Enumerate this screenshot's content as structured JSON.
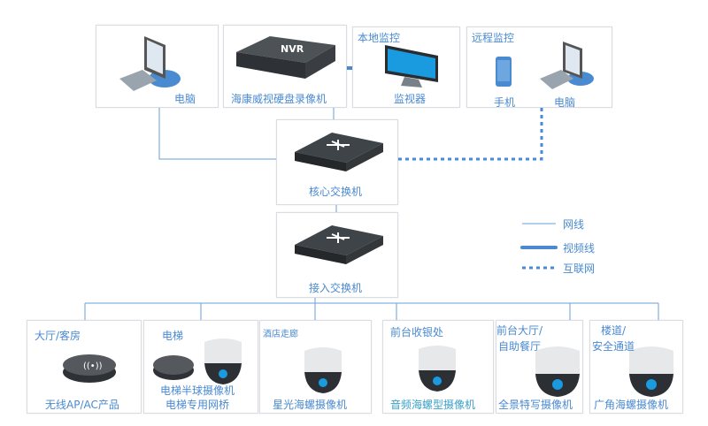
{
  "top": {
    "pc_label": "电脑",
    "nvr_label": "海康威视硬盘录像机",
    "nvr_badge": "NVR",
    "local_title": "本地监控",
    "monitor_label": "监视器",
    "remote_title": "远程监控",
    "phone_label": "手机",
    "remote_pc_label": "电脑"
  },
  "core_switch": "核心交换机",
  "access_switch": "接入交换机",
  "legend": {
    "network": "网线",
    "video": "视频线",
    "internet": "互联网"
  },
  "bottom": [
    {
      "title": "大厅/客房",
      "label": "无线AP/AC产品"
    },
    {
      "title": "电梯",
      "label": "电梯半球摄像机",
      "label2": "电梯专用网桥"
    },
    {
      "title": "酒店走廊",
      "label": "星光海螺摄像机"
    },
    {
      "title": "前台收银处",
      "label": "音频海螺型摄像机"
    },
    {
      "title": "前台大厅/",
      "title2": "自助餐厅",
      "label": "全景特写摄像机"
    },
    {
      "title": "楼道/",
      "title2": "安全通道",
      "label": "广角海螺摄像机"
    }
  ],
  "colors": {
    "line": "#4a8ad0",
    "text": "#4a8ad0",
    "border": "#d9dde3"
  }
}
